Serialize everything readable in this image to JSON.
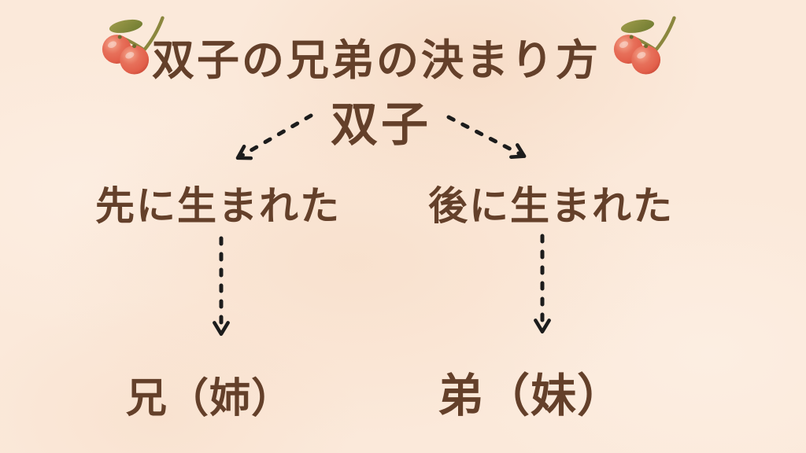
{
  "colors": {
    "background": "#fbe9da",
    "text": "#64402a",
    "arrow": "#1c1c1c",
    "cherry_red": "#e2604b",
    "cherry_red_light": "#f5a88e",
    "cherry_red_dark": "#cc4c3a",
    "stem_green": "#8b873e",
    "leaf_green": "#6e7a2c"
  },
  "header": {
    "title": "双子の兄弟の決まり方",
    "left_icon": "cherries-icon",
    "right_icon": "cherries-icon"
  },
  "diagram": {
    "root_label": "双子",
    "left_branch": {
      "condition": "先に生まれた",
      "result": "兄（姉）"
    },
    "right_branch": {
      "condition": "後に生まれた",
      "result": "弟（妹）"
    }
  }
}
